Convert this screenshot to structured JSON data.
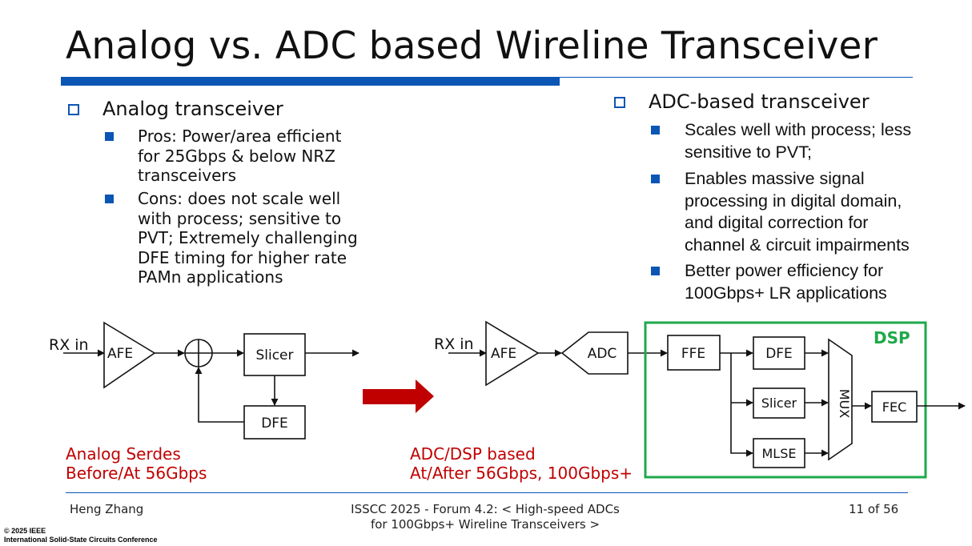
{
  "slide": {
    "title": "Analog vs. ADC based Wireline Transceiver"
  },
  "left": {
    "heading": "Analog transceiver",
    "bullets": [
      "Pros: Power/area efficient for 25Gbps & below NRZ transceivers",
      "Cons: does not scale well with process; sensitive to PVT; Extremely challenging DFE timing for higher rate PAMn applications"
    ]
  },
  "right": {
    "heading": "ADC-based transceiver",
    "bullets": [
      "Scales well with process; less sensitive to PVT;",
      "Enables massive signal processing in digital domain, and digital correction for channel & circuit impairments",
      "Better power efficiency for 100Gbps+ LR applications"
    ]
  },
  "diagram": {
    "analog": {
      "input_label": "RX in",
      "afe_label": "AFE",
      "slicer_label": "Slicer",
      "dfe_label": "DFE",
      "caption_line1": "Analog Serdes",
      "caption_line2": "Before/At 56Gbps"
    },
    "adc": {
      "input_label": "RX in",
      "afe_label": "AFE",
      "adc_label": "ADC",
      "ffe_label": "FFE",
      "dfe_label": "DFE",
      "slicer_label": "Slicer",
      "mlse_label": "MLSE",
      "mux_label": "MUX",
      "fec_label": "FEC",
      "dsp_label": "DSP",
      "caption_line1": "ADC/DSP based",
      "caption_line2": "At/After 56Gbps, 100Gbps+"
    },
    "colors": {
      "caption_red": "#c00000",
      "arrow_red": "#c00000",
      "dsp_green": "#1fa84a",
      "accent_blue": "#0b55b5"
    }
  },
  "footer": {
    "author": "Heng Zhang",
    "conference_line1": "ISSCC 2025 - Forum 4.2: < High-speed ADCs",
    "conference_line2": "for 100Gbps+ Wireline Transceivers >",
    "page": "11 of 56",
    "copyright_line1": "© 2025 IEEE",
    "copyright_line2": "International Solid-State Circuits Conference"
  }
}
